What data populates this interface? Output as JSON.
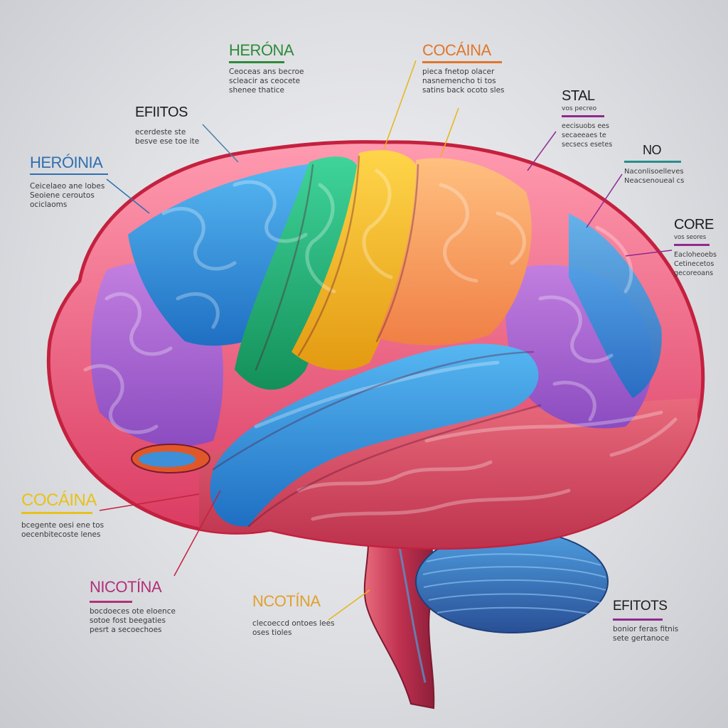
{
  "labels": [
    {
      "id": "heroina-top",
      "title": "HERÓNA",
      "color": "#2e8b3a",
      "bar_color": "#2e8b3a",
      "desc": "Ceoceas ans becroe\nscleacir as ceocete\nshenee thatice"
    },
    {
      "id": "cocaina-top",
      "title": "COCÁINA",
      "color": "#e0762c",
      "bar_color": "#e0762c",
      "desc": "pieca fnetop olacer\nnasnemencho ti tos\nsatins back ocoto sles"
    },
    {
      "id": "stal",
      "title": "STAL",
      "color": "#1c1c1c",
      "bar_color": "#8e2a8e",
      "subtitle": "vos pecreo",
      "desc": "eecisuobs ees\nsecaeeaes te\nsecsecs esetes"
    },
    {
      "id": "efiitos",
      "title": "EFIITOS",
      "color": "#1c1c1c",
      "bar_color": "#4a7ea8",
      "desc": "ecerdeste ste\nbesve ese toe ite"
    },
    {
      "id": "heroinia-left",
      "title": "HERÓINIA",
      "color": "#2f6fb0",
      "bar_color": "#2f6fb0",
      "desc": "Ceicelaeo ane lobes\nSeoiene ceroutos\nociclaoms"
    },
    {
      "id": "no",
      "title": "NO",
      "color": "#1c1c1c",
      "bar_color": "#2a8c8c",
      "desc": "Naconlisoelleves\nNeacsenoueal cs"
    },
    {
      "id": "core",
      "title": "CORE",
      "color": "#1c1c1c",
      "bar_color": "#8e2a8e",
      "subtitle": "vos seores",
      "desc": "Eacloheoebs\nCetinecetos\ngecoreoans"
    },
    {
      "id": "cocaina-left",
      "title": "COCÁINA",
      "color": "#e6c21a",
      "bar_color": "#e6c21a",
      "desc": "bcegente oesi ene tos\noecenbitecoste lenes"
    },
    {
      "id": "nicotina",
      "title": "NICOTÍNA",
      "color": "#b0307a",
      "bar_color": "#b0307a",
      "desc": "bocdoeces ote eloence\nsotoe fost beegaties\npesrt a secoechoes"
    },
    {
      "id": "ncotina",
      "title": "NCOTÍNA",
      "color": "#e0a030",
      "bar_color": "#e0a030",
      "desc": "clecoeccd ontoes lees\noses tioles"
    },
    {
      "id": "efitots",
      "title": "EFITOTS",
      "color": "#1c1c1c",
      "bar_color": "#8e2a8e",
      "desc": "bonior feras fitnis\nsete gertanoce"
    }
  ]
}
